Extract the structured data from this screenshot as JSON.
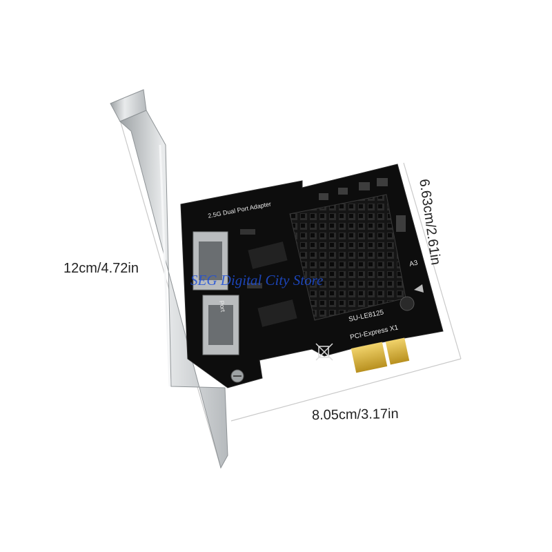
{
  "dimensions": {
    "height": "12cm/4.72in",
    "width": "8.05cm/3.17in",
    "depth": "6.63cm/2.61in"
  },
  "watermark": "SEG Digital City Store",
  "card": {
    "silkscreen_title": "2.5G Dual Port Adapter",
    "port_label": "Port",
    "chip_label": "SU-LE8125",
    "slot_label": "PCI-Express X1",
    "marker_a3": "A3",
    "icons": [
      "rj45-port-icon",
      "heatsink",
      "recycle-bin-icon",
      "gold-edge-connector"
    ]
  },
  "colors": {
    "pcb": "#0d0d0d",
    "bracket": "#cfd2d4",
    "gold": "#d9b43a",
    "heatsink": "#1a1a1a",
    "watermark": "#1f4fd8"
  }
}
